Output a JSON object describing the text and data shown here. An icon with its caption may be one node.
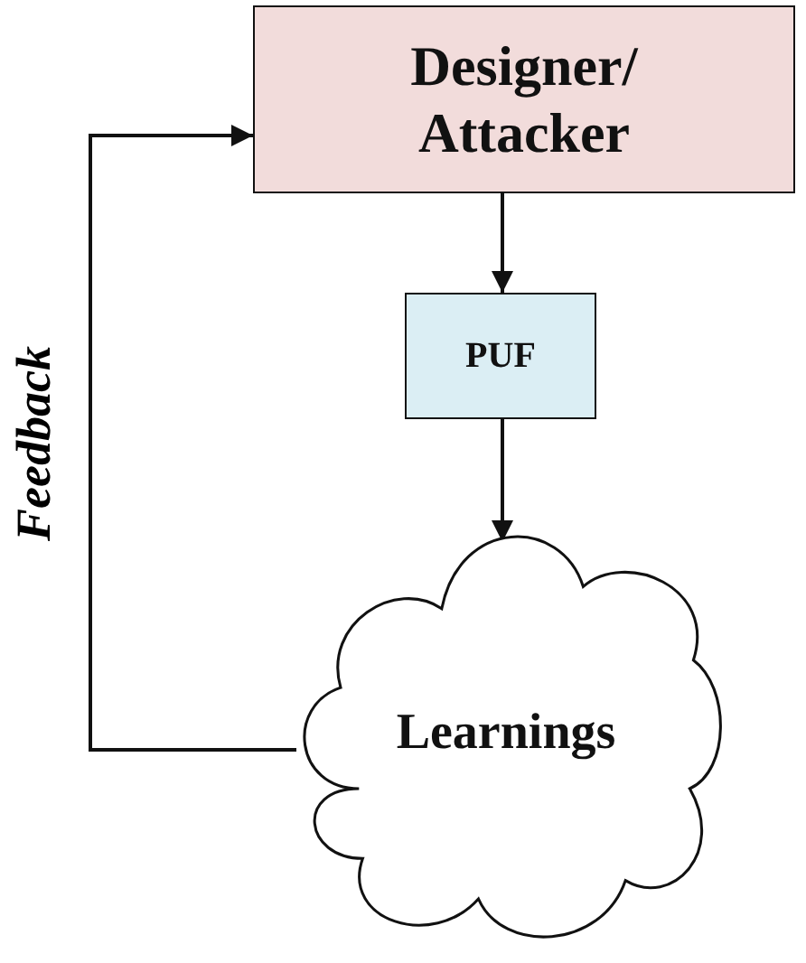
{
  "diagram": {
    "nodes": [
      {
        "text": [
          "Designer/ Attacker"
        ]
      },
      {
        "text": [
          "PUF"
        ]
      },
      {
        "text": [
          "Learnings"
        ]
      }
    ],
    "edges": [
      {
        "from": 0,
        "to": 1,
        "arrow": "to"
      },
      {
        "from": 1,
        "to": 2,
        "arrow": "to"
      },
      {
        "from": 2,
        "to": 0,
        "arrow": "to",
        "label": "Feedback"
      }
    ]
  }
}
